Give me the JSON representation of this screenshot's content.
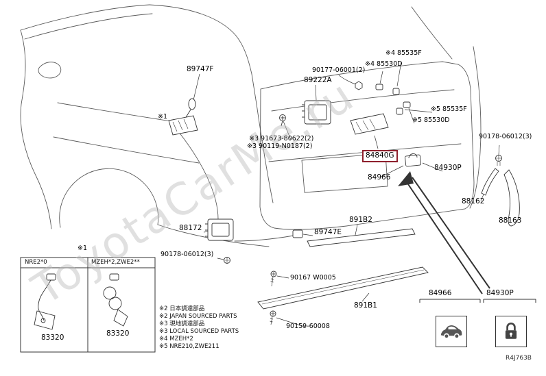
{
  "page": {
    "code": "R4J763B"
  },
  "watermark": {
    "text": "ToyotaCarMe.ru"
  },
  "colors": {
    "highlight": "#8e1f2c"
  },
  "parts": {
    "p89747F": "89747F",
    "p89222A": "89222A",
    "p90177": "90177-06001(2)",
    "p85535F_4": "※4 85535F",
    "p85530D_4": "※4 85530D",
    "p85535F_5": "※5 85535F",
    "p85530D_5": "※5 85530D",
    "p91673": "※3 91673-80622(2)",
    "p90119": "※3 90119-N0187(2)",
    "p84840G": "84840G",
    "p84966": "84966",
    "p84930P": "84930P",
    "p90178": "90178-06012(3)",
    "p88162": "88162",
    "p88163": "88163",
    "p88172": "88172",
    "p891B2": "891B2",
    "p89747E": "89747E",
    "p90167": "90167 W0005",
    "p891B1": "891B1",
    "p90159": "90159-60008",
    "p83320": "83320",
    "note1": "※1"
  },
  "table": {
    "col1": "NRE2*0",
    "col2": "MZEH*2,ZWE2**"
  },
  "legend": [
    "※2 日本調達部品",
    "※2 JAPAN SOURCED PARTS",
    "※3 現地調達部品",
    "※3 LOCAL SOURCED PARTS",
    "※4 MZEH*2",
    "※5 NRE210,ZWE211"
  ]
}
